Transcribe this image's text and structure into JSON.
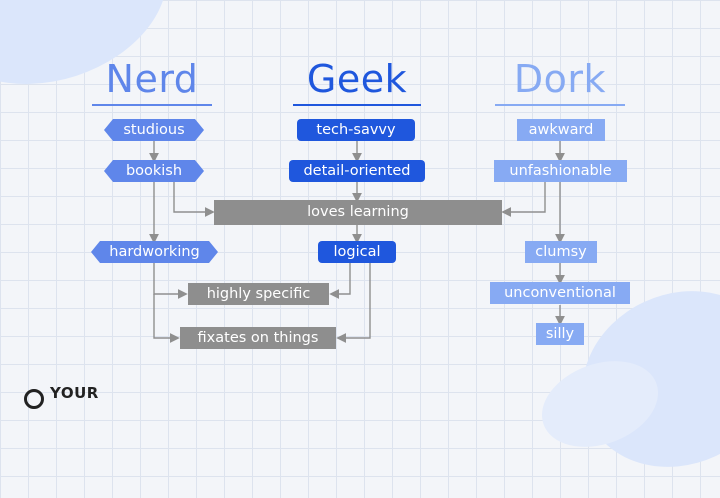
{
  "colors": {
    "nerd": "#5f86ea",
    "geek": "#1f57dd",
    "dork": "#87aaf3",
    "shared": "#8e8e8e",
    "lines": "#8f8f8f"
  },
  "columns": {
    "nerd": {
      "title": "Nerd",
      "traits": [
        "studious",
        "bookish",
        "hardworking"
      ]
    },
    "geek": {
      "title": "Geek",
      "traits": [
        "tech-savvy",
        "detail-oriented",
        "logical"
      ]
    },
    "dork": {
      "title": "Dork",
      "traits": [
        "awkward",
        "unfashionable",
        "clumsy",
        "unconventional",
        "silly"
      ]
    }
  },
  "shared": {
    "loves_learning": "loves learning",
    "highly_specific": "highly specific",
    "fixates": "fixates on things"
  },
  "brand": {
    "text": "YOUR"
  }
}
